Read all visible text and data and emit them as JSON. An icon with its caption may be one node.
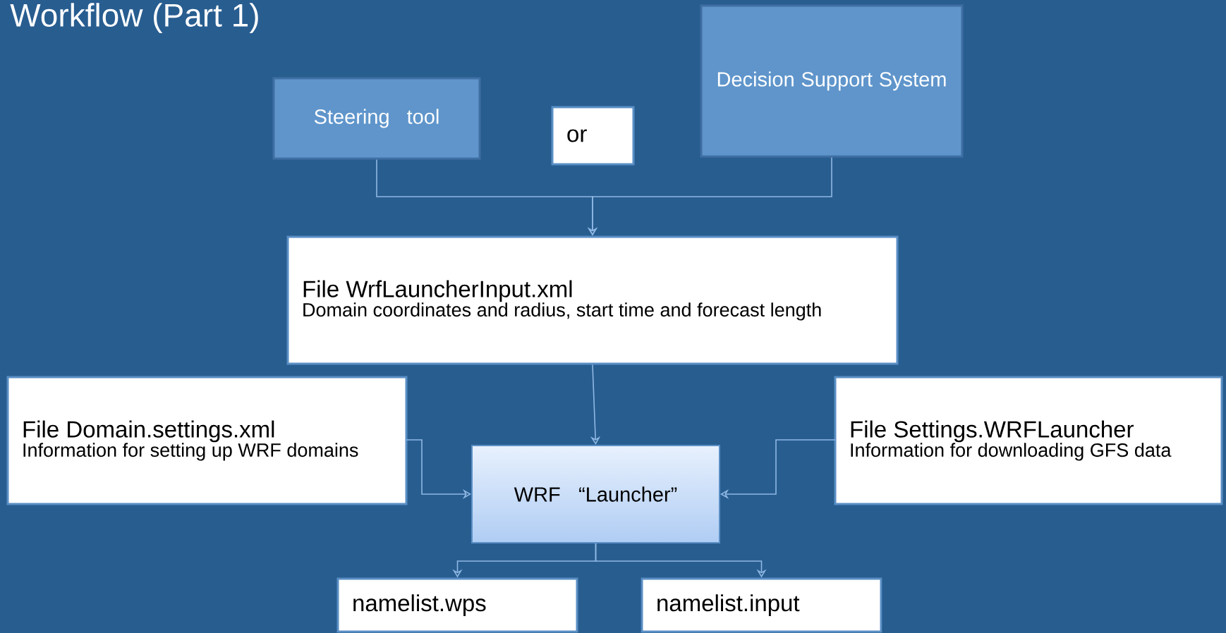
{
  "diagram": {
    "title": "Workflow (Part 1)",
    "nodes": [
      {
        "text": [
          "Steering tool"
        ]
      },
      {
        "text": [
          "or"
        ]
      },
      {
        "text": [
          "Decision Support System"
        ]
      },
      {
        "text": [
          "File WrfLauncherInput.xml",
          "Domain coordinates and radius, start time and forecast length"
        ]
      },
      {
        "text": [
          "File Domain.settings.xml",
          "Information for setting up WRF domains"
        ]
      },
      {
        "text": [
          "WRF “Launcher”"
        ]
      },
      {
        "text": [
          "File Settings.WRFLauncher",
          "Information for downloading GFS data"
        ]
      },
      {
        "text": [
          "namelist.wps"
        ]
      },
      {
        "text": [
          "namelist.input"
        ]
      }
    ],
    "edges": [
      {
        "from": 0,
        "to": 3,
        "arrow": "to"
      },
      {
        "from": 2,
        "to": 3,
        "arrow": "to"
      },
      {
        "from": 3,
        "to": 5,
        "arrow": "to"
      },
      {
        "from": 4,
        "to": 5,
        "arrow": "to"
      },
      {
        "from": 6,
        "to": 5,
        "arrow": "to"
      },
      {
        "from": 5,
        "to": 7,
        "arrow": "to"
      },
      {
        "from": 5,
        "to": 8,
        "arrow": "to"
      }
    ]
  }
}
